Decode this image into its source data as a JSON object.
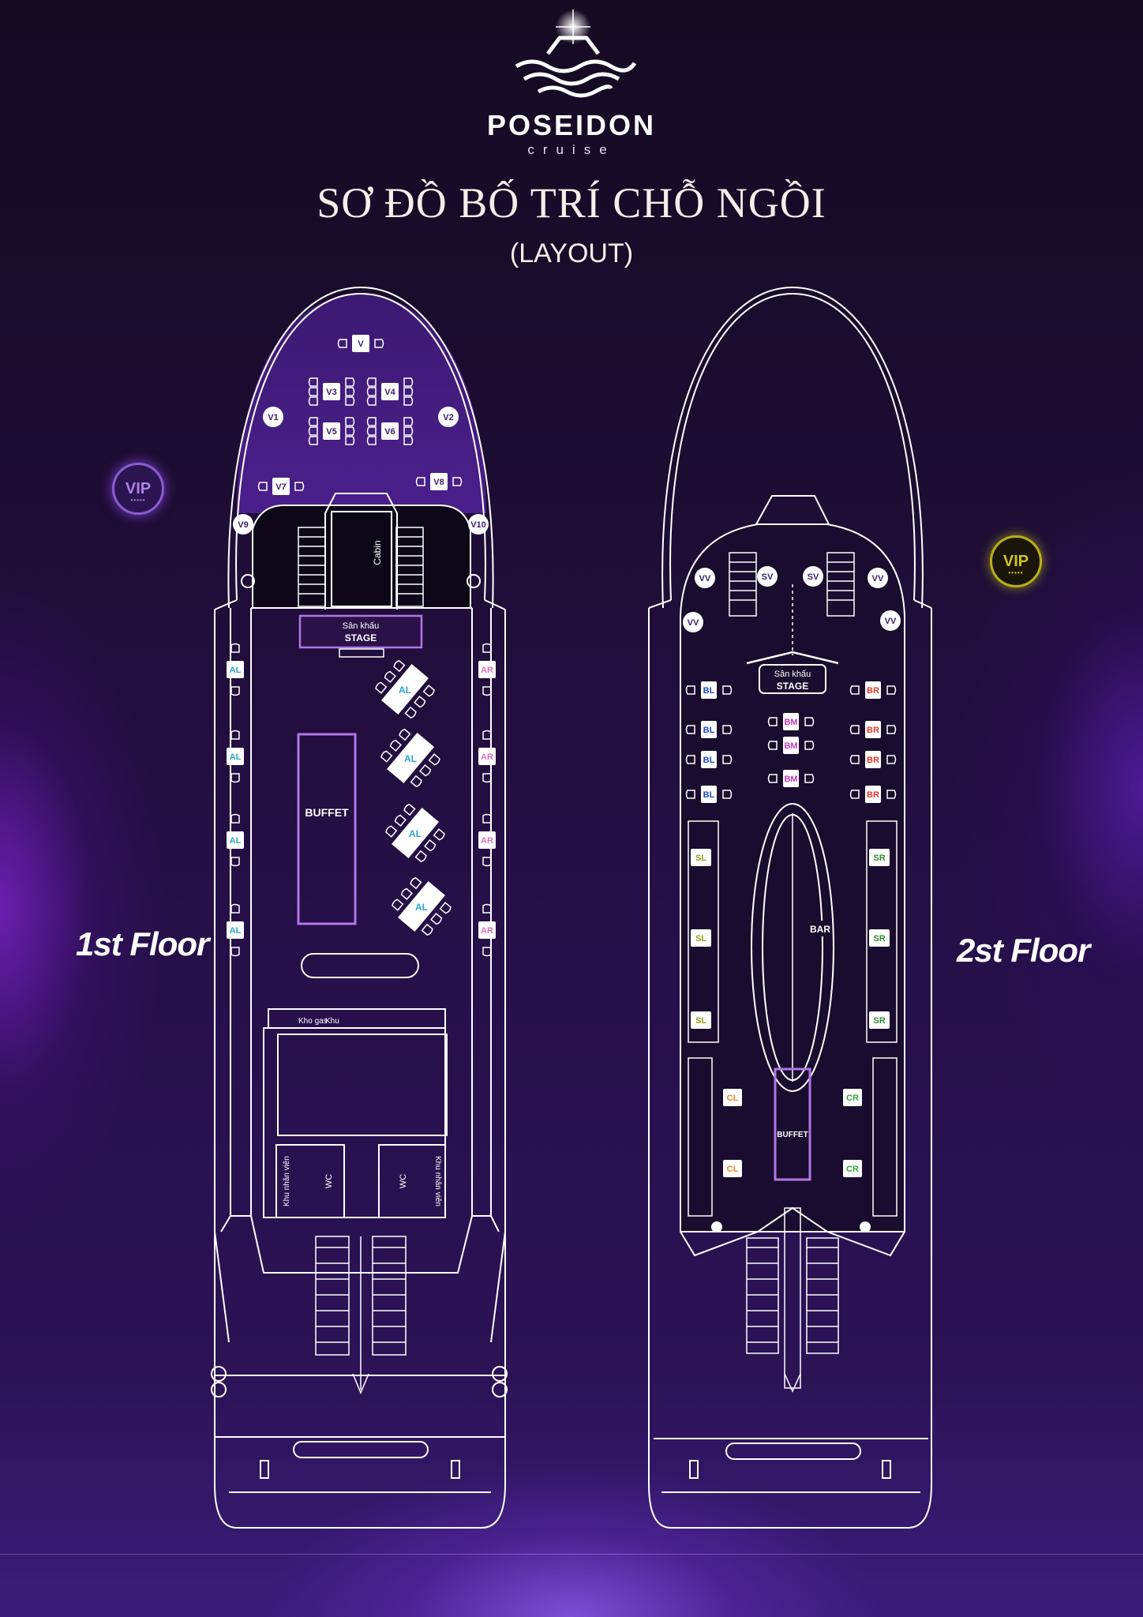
{
  "brand": {
    "name": "POSEIDON",
    "sub": "cruise"
  },
  "title": "SƠ ĐỒ BỐ TRÍ CHỖ NGỒI",
  "subtitle": "(LAYOUT)",
  "vip_badge": {
    "label": "VIP",
    "dots": "•••••"
  },
  "floors": [
    {
      "label": "1st Floor",
      "stage": {
        "vn": "Sân khấu",
        "en": "STAGE"
      },
      "buffet": "BUFFET",
      "cabin": "Cabin",
      "vip_seats": [
        "V",
        "V3",
        "V4",
        "V5",
        "V6",
        "V1",
        "V2",
        "V7",
        "V8",
        "V9",
        "V10"
      ],
      "left_rail": [
        "AL",
        "AL",
        "AL",
        "AL"
      ],
      "right_rail": [
        "AR",
        "AR",
        "AR",
        "AR"
      ],
      "center_tables": [
        "AL",
        "AL",
        "AL",
        "AL"
      ],
      "rooms": {
        "wc": "WC",
        "staff": "Khu nhân viên",
        "storage": "Kho gas",
        "khu": "Khu"
      }
    },
    {
      "label": "2st Floor",
      "stage": {
        "vn": "Sân khấu",
        "en": "STAGE"
      },
      "buffet": "BUFFET",
      "bar": "BAR",
      "bow_seats": [
        "VV",
        "VV",
        "SV",
        "SV",
        "VV",
        "VV"
      ],
      "bl": [
        "BL",
        "BL",
        "BL",
        "BL"
      ],
      "br": [
        "BR",
        "BR",
        "BR",
        "BR"
      ],
      "bm": [
        "BM",
        "BM",
        "BM"
      ],
      "sl": [
        "SL",
        "SL",
        "SL"
      ],
      "sr": [
        "SR",
        "SR",
        "SR"
      ],
      "cl": [
        "CL",
        "CL"
      ],
      "cr": [
        "CR",
        "CR"
      ]
    }
  ],
  "colors": {
    "line": "#ffffff",
    "vip_purple": "#b07fe6",
    "vip_yellow": "#cfc420",
    "al": "#2aa7c9",
    "ar": "#e070b8",
    "bl": "#2148c2",
    "br": "#e33a2f",
    "bm": "#c03ab8",
    "sl": "#9a9a1a",
    "sr": "#2e8a2e",
    "cl": "#f08a30",
    "cr": "#3aa83a"
  }
}
